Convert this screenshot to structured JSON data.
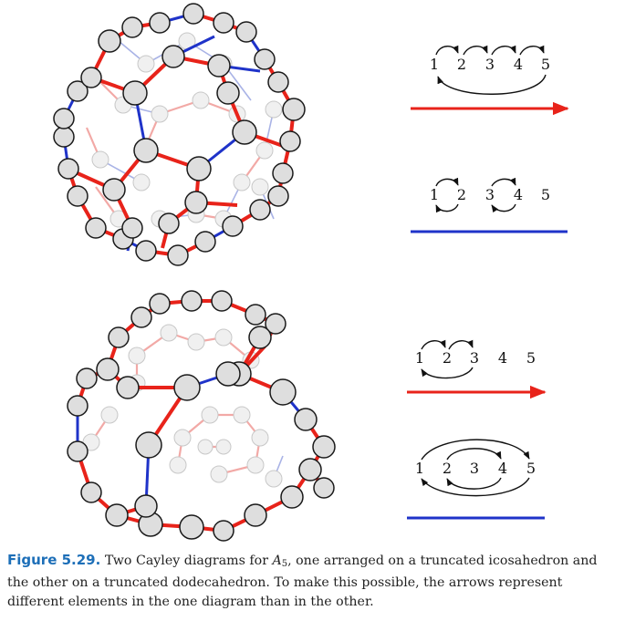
{
  "diagrams": [
    {
      "name": "truncated-icosahedron-cayley-diagram",
      "generators": [
        {
          "color": "#e8231a",
          "cycle_labels": [
            "1",
            "2",
            "3",
            "4",
            "5"
          ]
        },
        {
          "color": "#1f33c9",
          "cycle_labels": [
            "1",
            "2",
            "3",
            "4",
            "5"
          ]
        }
      ]
    },
    {
      "name": "truncated-dodecahedron-cayley-diagram",
      "generators": [
        {
          "color": "#e8231a",
          "cycle_labels": [
            "1",
            "2",
            "3",
            "4",
            "5"
          ]
        },
        {
          "color": "#1f33c9",
          "cycle_labels": [
            "1",
            "2",
            "3",
            "4",
            "5"
          ]
        }
      ]
    }
  ],
  "caption": {
    "label": "Figure 5.29.",
    "text_before_group": " Two Cayley diagrams for ",
    "group_letter": "A",
    "group_subscript": "5",
    "text_after_group": ", one arranged on a truncated icosahedron and the other on a truncated dodecahedron. To make this possible, the arrows represent different elements in the one diagram than in the other."
  }
}
